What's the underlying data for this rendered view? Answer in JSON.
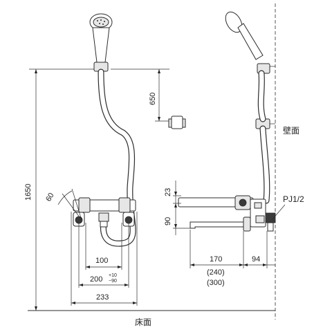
{
  "labels": {
    "wall": "壁面",
    "floor": "床面",
    "pipe": "PJ1/2"
  },
  "dimensions": {
    "height_total": "1650",
    "height_hanger": "650",
    "angle": "60",
    "d_23": "23",
    "d_90": "90",
    "d_100": "100",
    "d_200": "200",
    "tol_plus": "+10",
    "tol_minus": "−90",
    "d_233": "233",
    "d_170": "170",
    "d_94": "94",
    "alt_240": "(240)",
    "alt_300": "(300)"
  }
}
